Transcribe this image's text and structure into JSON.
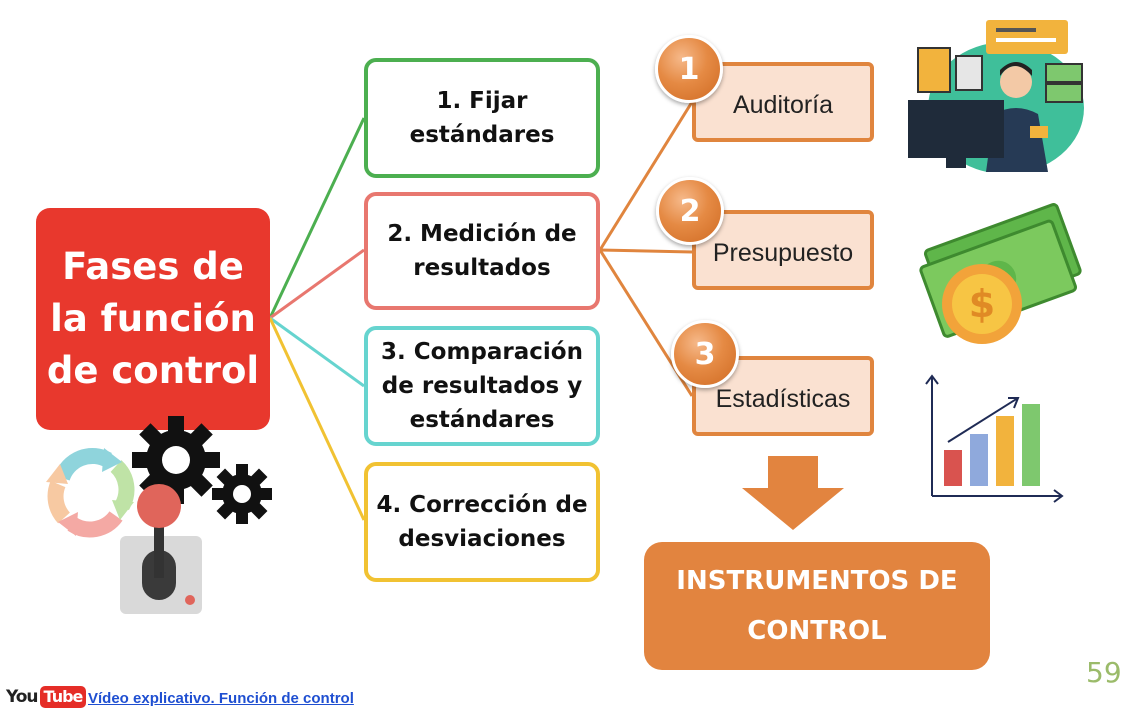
{
  "main_title": "Fases de\nla función\nde control",
  "phases": [
    {
      "label": "1. Fijar\nestándares",
      "color": "#4caf50"
    },
    {
      "label": "2. Medición de\nresultados",
      "color": "#e8776f"
    },
    {
      "label": "3. Comparación\nde resultados y\nestándares",
      "color": "#66d4cf"
    },
    {
      "label": "4. Corrección de\ndesviaciones",
      "color": "#f1c232"
    }
  ],
  "instruments": [
    {
      "number": "1",
      "label": "Auditoría"
    },
    {
      "number": "2",
      "label": "Presupuesto"
    },
    {
      "number": "3",
      "label": "Estadísticas"
    }
  ],
  "result": "INSTRUMENTOS DE\nCONTROL",
  "accent_color": "#e2843f",
  "page_number": "59",
  "footer": {
    "logo_you": "You",
    "logo_tube": "Tube",
    "link_text": "Vídeo explicativo. Función de control"
  },
  "icons": [
    "cycle-arrows-icon",
    "gears-icon",
    "joystick-icon",
    "businessman-at-desk-icon",
    "money-coin-icon",
    "bar-chart-icon"
  ]
}
